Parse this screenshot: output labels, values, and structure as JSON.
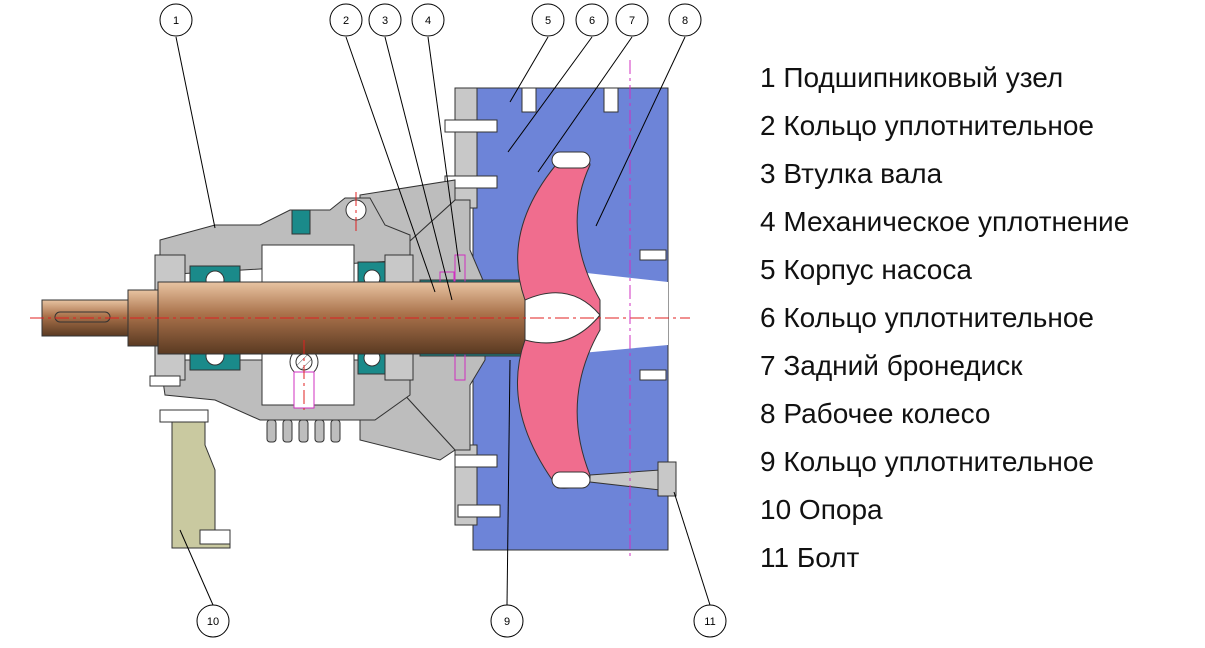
{
  "callouts": [
    "1",
    "2",
    "3",
    "4",
    "5",
    "6",
    "7",
    "8",
    "9",
    "10",
    "11"
  ],
  "legend": [
    "1 Подшипниковый узел",
    "2 Кольцо уплотнительное",
    "3 Втулка вала",
    "4 Механическое уплотнение",
    "5 Корпус насоса",
    "6 Кольцо уплотнительное",
    "7 Задний бронедиск",
    "8 Рабочее колесо",
    "9 Кольцо уплотнительное",
    "10 Опора",
    "11 Болт"
  ],
  "colors": {
    "casing_blue": "#6d84d8",
    "impeller_pink": "#f06d8e",
    "frame_gray": "#bdbdbd",
    "support_khaki": "#c9c9a0",
    "bearing_teal": "#1a8a8a",
    "shaft_brown": "#a9714a",
    "centerline_red": "#e02020",
    "seal_magenta": "#d030c0"
  }
}
